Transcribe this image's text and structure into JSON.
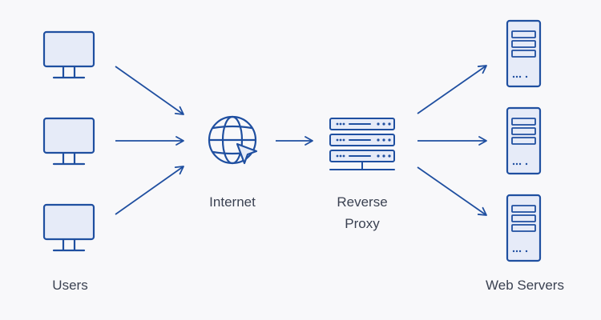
{
  "labels": {
    "users": "Users",
    "internet": "Internet",
    "reverse_proxy_line1": "Reverse",
    "reverse_proxy_line2": "Proxy",
    "web_servers": "Web Servers"
  },
  "colors": {
    "background": "#f8f8fa",
    "stroke": "#1f4fa0",
    "fill": "#e6ebf8",
    "text": "#3b4252"
  },
  "icons": {
    "user": "monitor-icon",
    "internet": "globe-cursor-icon",
    "proxy": "server-rack-icon",
    "server": "server-tower-icon"
  }
}
